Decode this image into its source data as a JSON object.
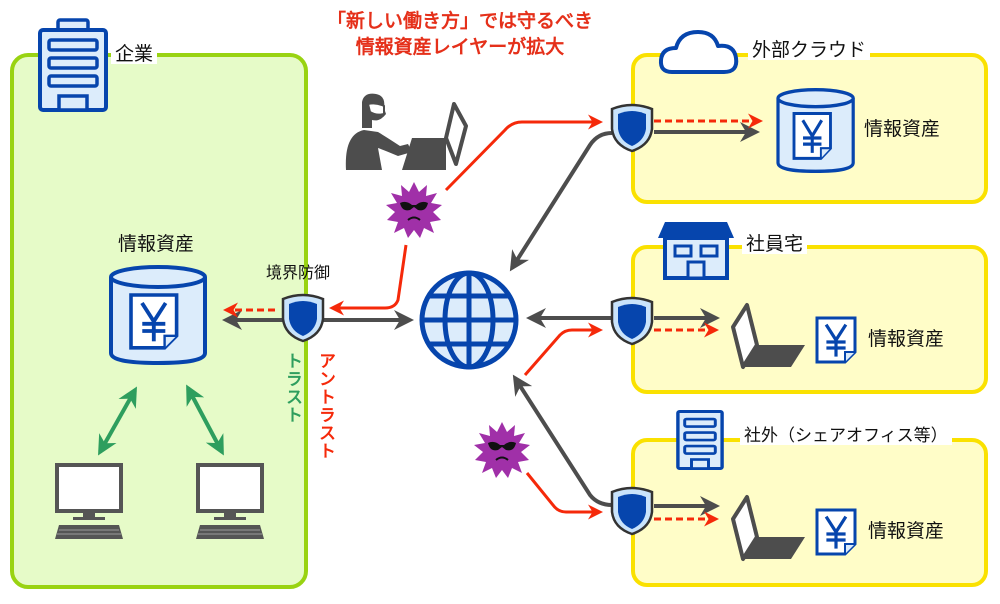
{
  "title": {
    "line1": "「新しい働き方」では守るべき",
    "line2": "情報資産レイヤーが拡大"
  },
  "zones": {
    "enterprise": {
      "label": "企業",
      "icon": "office-building-icon",
      "fill": "#e6fbc8",
      "border": "#99d312"
    },
    "cloud": {
      "label": "外部クラウド",
      "icon": "cloud-icon",
      "fill": "#fffdc8",
      "border": "#fae100"
    },
    "home": {
      "label": "社員宅",
      "icon": "house-icon",
      "fill": "#fffdc8",
      "border": "#fae100"
    },
    "offsite": {
      "label": "社外（シェアオフィス等）",
      "icon": "office-building-icon",
      "fill": "#fffdc8",
      "border": "#fae100"
    }
  },
  "labels": {
    "asset": "情報資産",
    "perimeter_defense": "境界防御",
    "trust": "トラスト",
    "untrust": "アントラスト"
  },
  "colors": {
    "icon_blue": "#0645ad",
    "icon_fill": "#dcecfb",
    "arrow_gray": "#4d4d4d",
    "attack_red": "#f5290a",
    "trust_green": "#2e9e5e",
    "malware_purple": "#a030a8",
    "title_red": "#e5301a"
  },
  "legend_icons": [
    "database-icon",
    "yen-document-icon",
    "shield-icon",
    "globe-icon",
    "hacker-icon",
    "malware-icon",
    "laptop-icon",
    "desktop-pc-icon"
  ]
}
